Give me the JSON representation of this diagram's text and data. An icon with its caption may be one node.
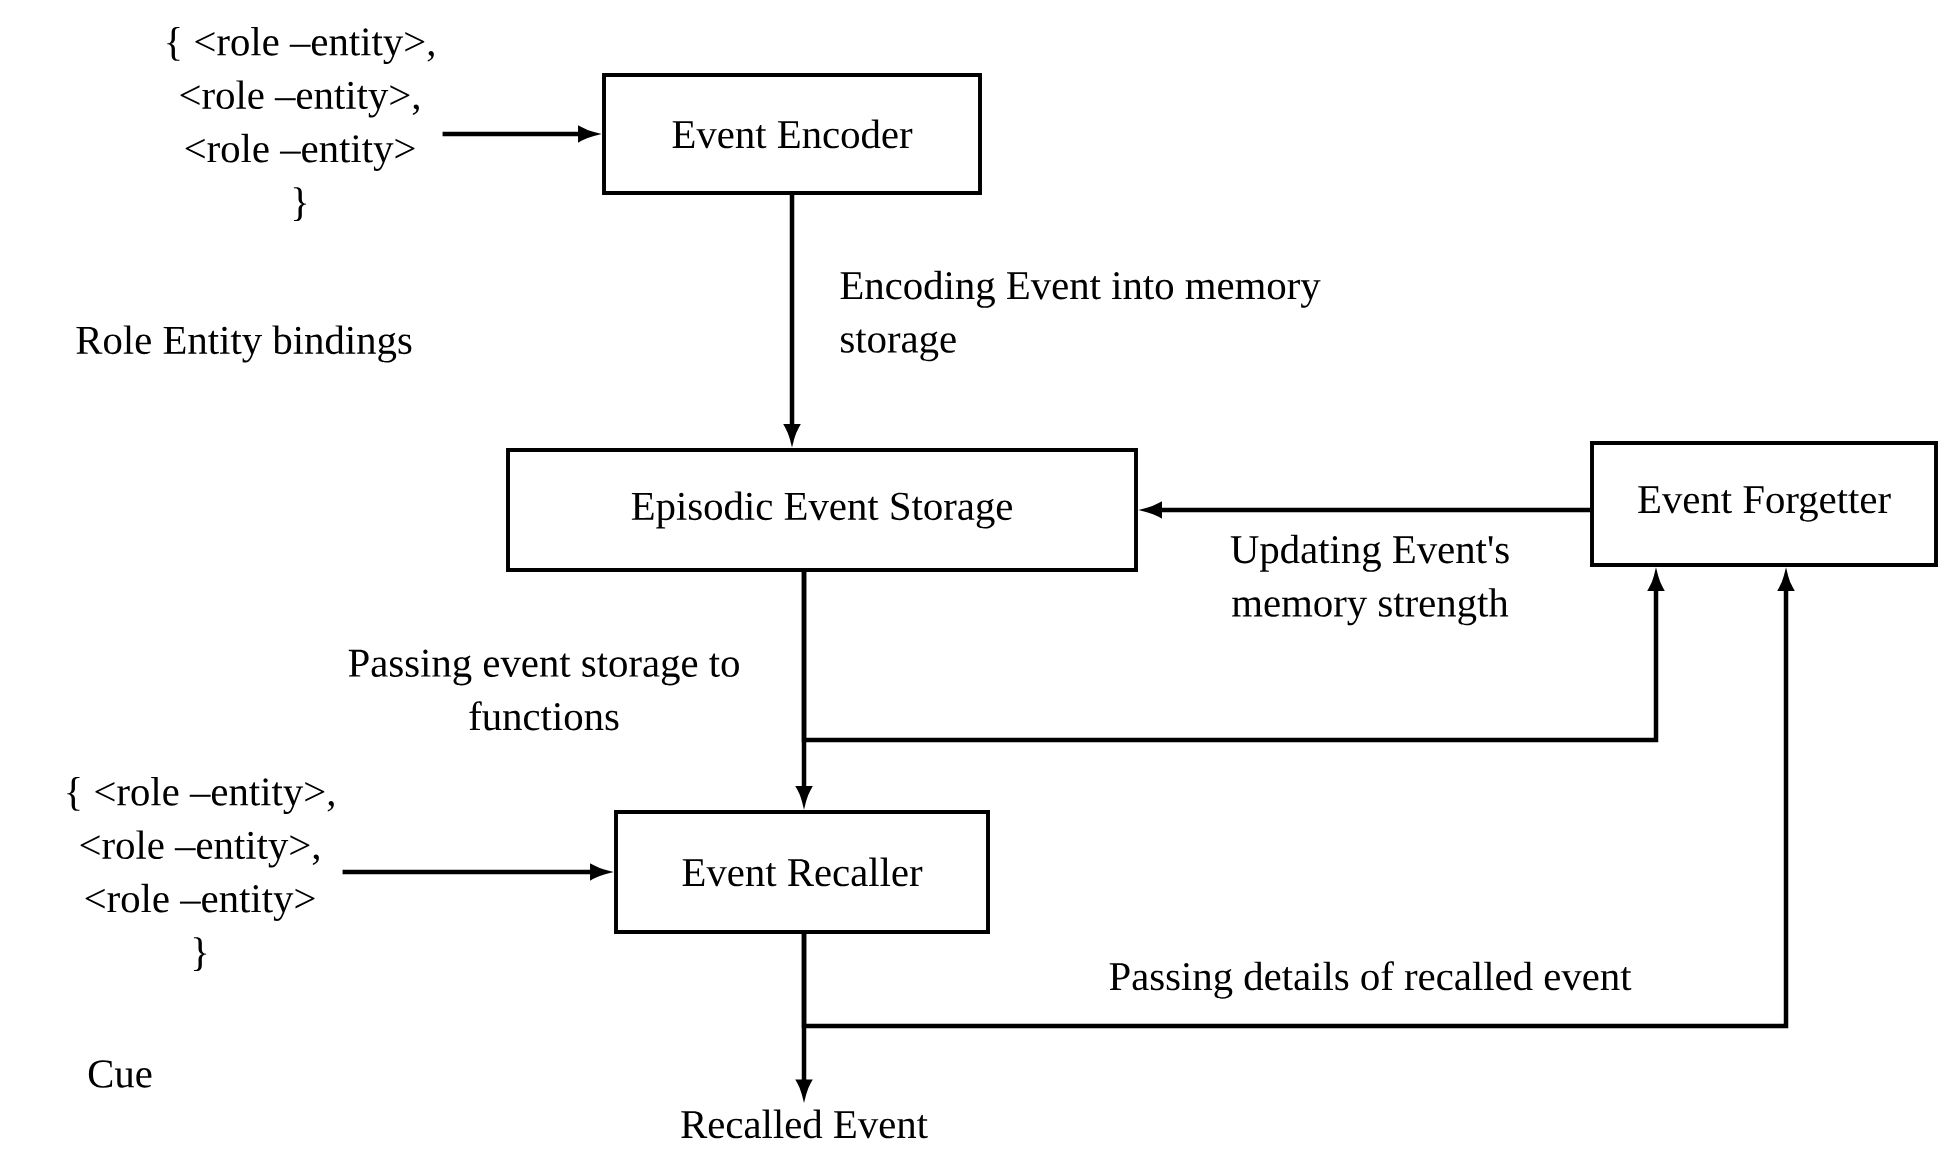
{
  "diagram": {
    "nodes": [
      {
        "text": [
          "{ <role –entity>,",
          "<role –entity>,",
          "<role –entity>",
          "}"
        ],
        "beside": [
          "Role Entity bindings"
        ]
      },
      {
        "text": [
          "Event Encoder"
        ]
      },
      {
        "text": [
          "Episodic Event Storage"
        ]
      },
      {
        "text": [
          "Event Forgetter"
        ]
      },
      {
        "text": [
          "{ <role –entity>,",
          "<role –entity>,",
          "<role –entity>",
          "}"
        ],
        "beside": [
          "Cue"
        ]
      },
      {
        "text": [
          "Event Recaller"
        ]
      },
      {
        "text": [
          "Recalled Event"
        ]
      }
    ],
    "edges": [
      {
        "from": 0,
        "to": 1,
        "arrow": "to"
      },
      {
        "from": 1,
        "to": 2,
        "arrow": "to",
        "label": "Encoding Event into memory storage"
      },
      {
        "from": 3,
        "to": 2,
        "arrow": "to",
        "label": "Updating Event's memory strength"
      },
      {
        "from": 2,
        "to": 5,
        "arrow": "to",
        "label": "Passing event storage to functions"
      },
      {
        "from": 2,
        "to": 3,
        "arrow": "to"
      },
      {
        "from": 4,
        "to": 5,
        "arrow": "to"
      },
      {
        "from": 5,
        "to": 6,
        "arrow": "to"
      },
      {
        "from": 5,
        "to": 3,
        "arrow": "to",
        "label": "Passing details of recalled event"
      }
    ]
  }
}
